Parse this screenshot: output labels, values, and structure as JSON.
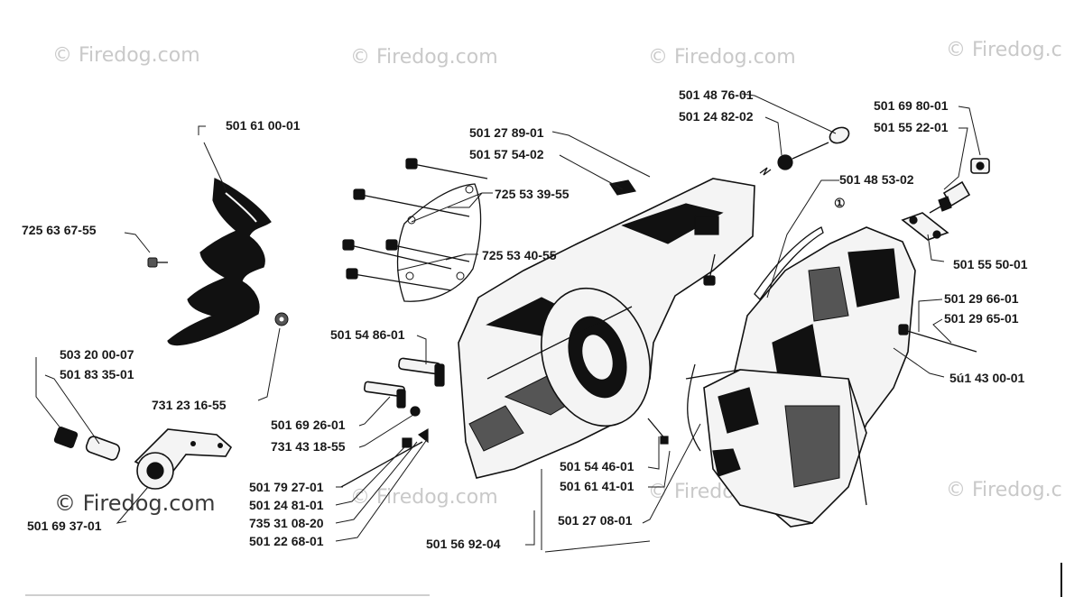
{
  "watermarks": {
    "w1": "© Firedog.com",
    "w2": "© Firedog.com",
    "w3": "© Firedog.com",
    "w4": "© Firedog.c",
    "w5": "© Firedog.com",
    "w6": "© Firedog.com",
    "w7": "© Firedog.com",
    "w8": "© Firedog.c"
  },
  "circle_marker": "①",
  "labels": {
    "p501610001": "501 61 00-01",
    "p725636755": "725 63 67-55",
    "p503200007": "503 20 00-07",
    "p501833501": "501 83 35-01",
    "p731231655": "731 23 16-55",
    "p501693701": "501 69 37-01",
    "p501278901": "501 27 89-01",
    "p501575402": "501 57 54-02",
    "p725533955": "725 53 39-55",
    "p725534055": "725 53 40-55",
    "p501548601": "501 54 86-01",
    "p501692601": "501 69 26-01",
    "p731431855": "731 43 18-55",
    "p501792701": "501 79 27-01",
    "p501248101": "501 24 81-01",
    "p735310820": "735 31 08-20",
    "p501226801": "501 22 68-01",
    "p501569204": "501 56 92-04",
    "p501544601": "501 54 46-01",
    "p501614101": "501 61 41-01",
    "p501270801": "501 27 08-01",
    "p501487601": "501 48 76-01",
    "p501248202": "501 24 82-02",
    "p501485302": "501 48 53-02",
    "p501698001": "501 69 80-01",
    "p501552201": "501 55 22-01",
    "p501555001": "501 55 50-01",
    "p501296601": "501 29 66-01",
    "p501296501": "501 29 65-01",
    "p501430001": "5ú1 43 00-01"
  }
}
